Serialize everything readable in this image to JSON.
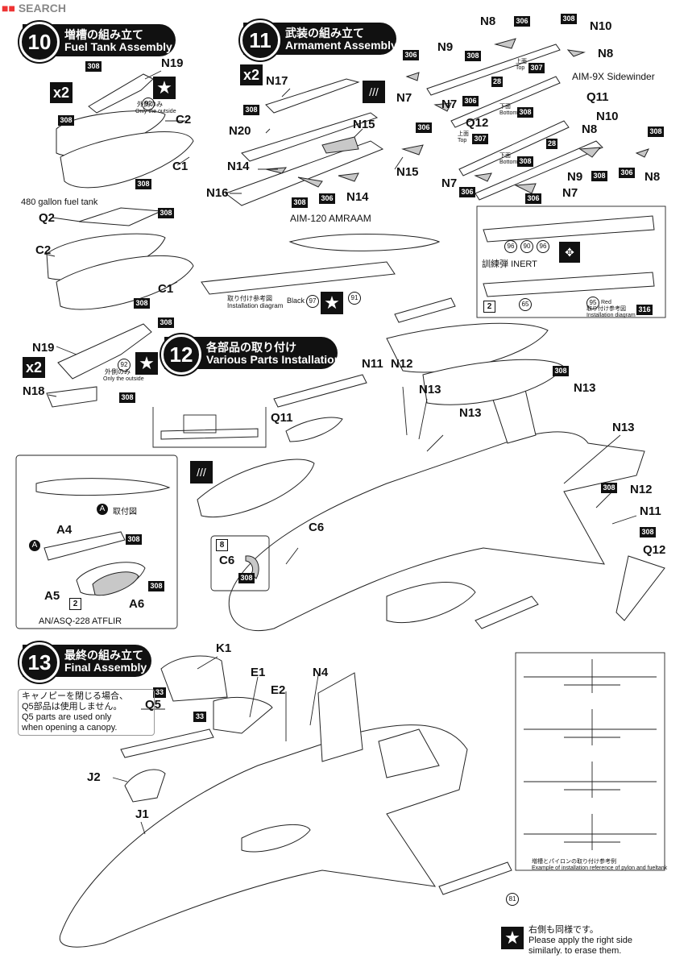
{
  "header": {
    "watermark": "SEARCH"
  },
  "steps": {
    "s10": {
      "num": "10",
      "jp": "増槽の組み立て",
      "en": "Fuel Tank Assembly"
    },
    "s11": {
      "num": "11",
      "jp": "武装の組み立て",
      "en": "Armament Assembly"
    },
    "s12": {
      "num": "12",
      "jp": "各部品の取り付け",
      "en": "Various Parts Installation"
    },
    "s13": {
      "num": "13",
      "jp": "最終の組み立て",
      "en": "Final Assembly"
    }
  },
  "fuel_tank": {
    "x2": "x2",
    "x2b": "x2",
    "outside_jp": "外側のみ",
    "outside_en": "Only the outside",
    "outside_jp2": "外側のみ",
    "outside_en2": "Only the outside",
    "caption": "480 gallon fuel tank"
  },
  "armament": {
    "x2": "x2",
    "amraam": "AIM-120 AMRAAM",
    "sidewinder": "AIM-9X Sidewinder",
    "top_jp": "上面",
    "top_en": "Top",
    "bottom_jp": "下面",
    "bottom_en": "Bottom",
    "top_jp2": "上面",
    "top_en2": "Top",
    "bottom_jp2": "下面",
    "bottom_en2": "Bottom",
    "install_jp": "取り付け参考図",
    "install_en": "Installation diagram",
    "black": "Black",
    "inert_jp": "訓練弾",
    "inert_en": "INERT",
    "red": "Red",
    "install_jp2": "取り付け参考図",
    "install_en2": "Installation diagram"
  },
  "atflir": {
    "a_jp": "取付図",
    "caption": "AN/ASQ-228 ATFLIR"
  },
  "final": {
    "note_jp1": "キャノピーを閉じる場合、",
    "note_jp2": "Q5部品は使用しません。",
    "note_en1": "Q5 parts are used only",
    "note_en2": "when opening a canopy.",
    "ref_jp": "増槽とパイロンの取り付け参考例",
    "ref_en": "Example of installation reference of pylon and fueltank",
    "right_jp": "右側も同様です。",
    "right_en1": "Please apply the right side",
    "right_en2": "similarly. to erase them."
  },
  "labels": {
    "N19": "N19",
    "C2": "C2",
    "C1": "C1",
    "Q2": "Q2",
    "C2b": "C2",
    "C1b": "C1",
    "N19b": "N19",
    "N18": "N18",
    "N17": "N17",
    "N20": "N20",
    "N15": "N15",
    "N15b": "N15",
    "N14": "N14",
    "N14b": "N14",
    "N16": "N16",
    "N8": "N8",
    "N10": "N10",
    "N8b": "N8",
    "N9": "N9",
    "N7": "N7",
    "N7b": "N7",
    "Q12": "Q12",
    "Q11": "Q11",
    "N10b": "N10",
    "N8c": "N8",
    "N8d": "N8",
    "N9b": "N9",
    "N7c": "N7",
    "N7d": "N7",
    "N11": "N11",
    "N12": "N12",
    "N13": "N13",
    "N13b": "N13",
    "N13c": "N13",
    "N13d": "N13",
    "Q11b": "Q11",
    "C6": "C6",
    "C6b": "C6",
    "N12b": "N12",
    "N11b": "N11",
    "Q12b": "Q12",
    "A": "A",
    "Ab": "A",
    "A4": "A4",
    "A5": "A5",
    "A6": "A6",
    "K1": "K1",
    "E1": "E1",
    "N4": "N4",
    "E2": "E2",
    "Q5": "Q5",
    "J2": "J2",
    "J1": "J1"
  },
  "nums": {
    "n308": "308",
    "n306": "306",
    "n307": "307",
    "n28": "28",
    "n316": "316",
    "n33": "33",
    "c92": "92",
    "c97": "97",
    "c91": "91",
    "c96": "96",
    "c90": "90",
    "c65": "65",
    "c95": "95",
    "c81": "81",
    "b2": "2",
    "b8": "8"
  }
}
